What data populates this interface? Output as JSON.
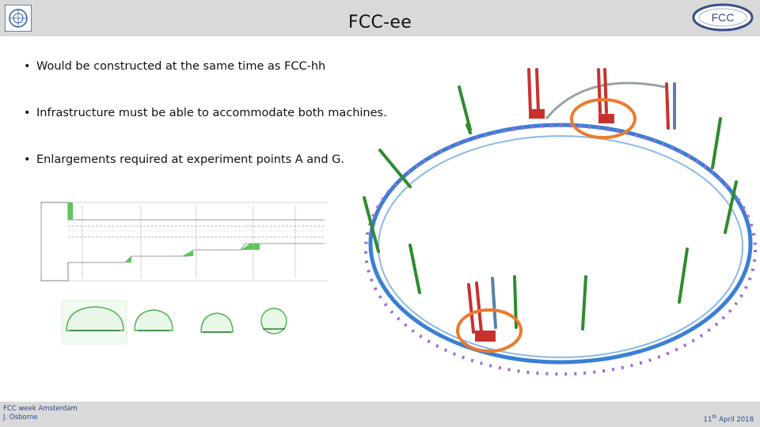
{
  "slide": {
    "title": "FCC-ee",
    "bullets": [
      "Would be constructed at the same time as FCC-hh",
      "Infrastructure must be able to accommodate both machines.",
      "Enlargements required at experiment points A and G."
    ],
    "bullet_symbol": "•"
  },
  "header": {
    "left_logo": "cern-logo",
    "right_logo": "fcc-logo",
    "right_logo_text": "FCC"
  },
  "footer": {
    "event": "FCC week Amsterdam",
    "author": "J. Osborne",
    "date_day": "11",
    "date_suffix": "th",
    "date_rest": " April 2018"
  },
  "colors": {
    "header_bg": "#d9d9d9",
    "footer_text": "#2a4a8a",
    "ring_blue": "#3b7fd4",
    "highlight_orange": "#ec7a2c",
    "shaft_green": "#2e8b2e",
    "shaft_red": "#c8322d"
  }
}
